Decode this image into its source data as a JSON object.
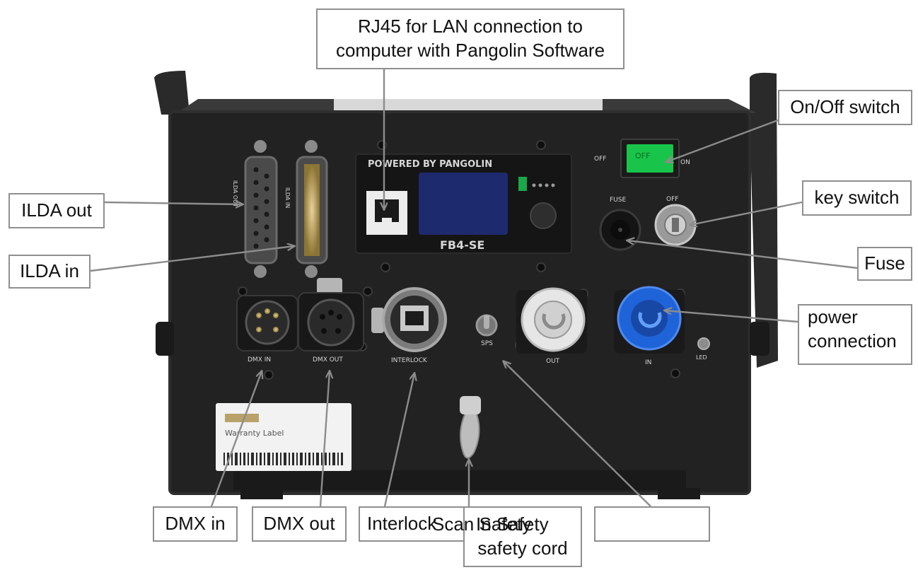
{
  "panel": {
    "display_brand": "POWERED BY PANGOLIN",
    "display_model": "FB4-SE",
    "label_off": "OFF",
    "label_on": "ON",
    "switch_text": "OFF",
    "label_fuse": "FUSE",
    "label_key_off": "OFF",
    "label_ilda_out": "ILDA OUT",
    "label_ilda_in": "ILDA IN",
    "label_dmx_in": "DMX IN",
    "label_dmx_out": "DMX OUT",
    "label_interlock": "INTERLOCK",
    "label_sps": "SPS",
    "label_power_out": "OUT",
    "label_power_in": "IN",
    "label_led": "LED",
    "warranty_title": "Warranty Label"
  },
  "callouts": {
    "rj45_line1": "RJ45 for LAN connection to",
    "rj45_line2": "computer with Pangolin Software",
    "onoff": "On/Off switch",
    "key_switch": "key switch",
    "fuse": "Fuse",
    "power_line1": "power",
    "power_line2": "connection",
    "ilda_out": "ILDA out",
    "ilda_in": "ILDA in",
    "dmx_in": "DMX in",
    "dmx_out": "DMX out",
    "interlock": "Interlock",
    "scan_safety_line1_a": "Scan Safety",
    "scan_safety_line1_b": "In Safety",
    "scan_safety_line2": "safety cord",
    "empty": ""
  },
  "colors": {
    "panel": "#222222",
    "panel_edge": "#2e2e2e",
    "display_screen": "#1e2a6e",
    "switch_green": "#19c44a",
    "power_blue": "#1f63d9",
    "power_white": "#e6e6e6",
    "border_gray": "#8f8f8f",
    "arrow_gray": "#8c8c8c"
  }
}
